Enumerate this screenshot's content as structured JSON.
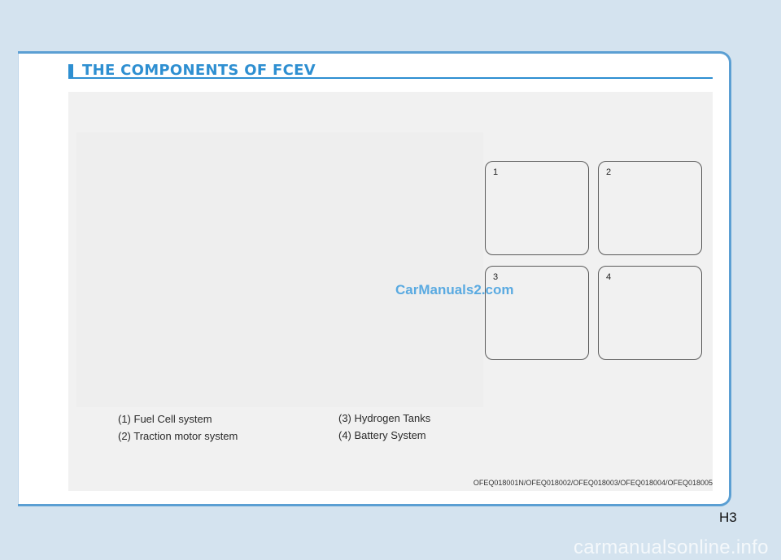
{
  "section": {
    "title": "THE COMPONENTS OF FCEV"
  },
  "figure": {
    "panels": [
      {
        "number": "1"
      },
      {
        "number": "2"
      },
      {
        "number": "3"
      },
      {
        "number": "4"
      }
    ],
    "legend": [
      "(1) Fuel Cell system",
      "(2) Traction motor system",
      "(3) Hydrogen Tanks",
      "(4) Battery System"
    ],
    "watermark": "CarManuals2.com",
    "image_code": "OFEQ018001N/OFEQ018002/OFEQ018003/OFEQ018004/OFEQ018005"
  },
  "page_number": "H3",
  "site_watermark": "carmanualsonline.info",
  "colors": {
    "accent": "#2e8fd1",
    "frame": "#5b9fd3",
    "background": "#d4e3ef"
  }
}
